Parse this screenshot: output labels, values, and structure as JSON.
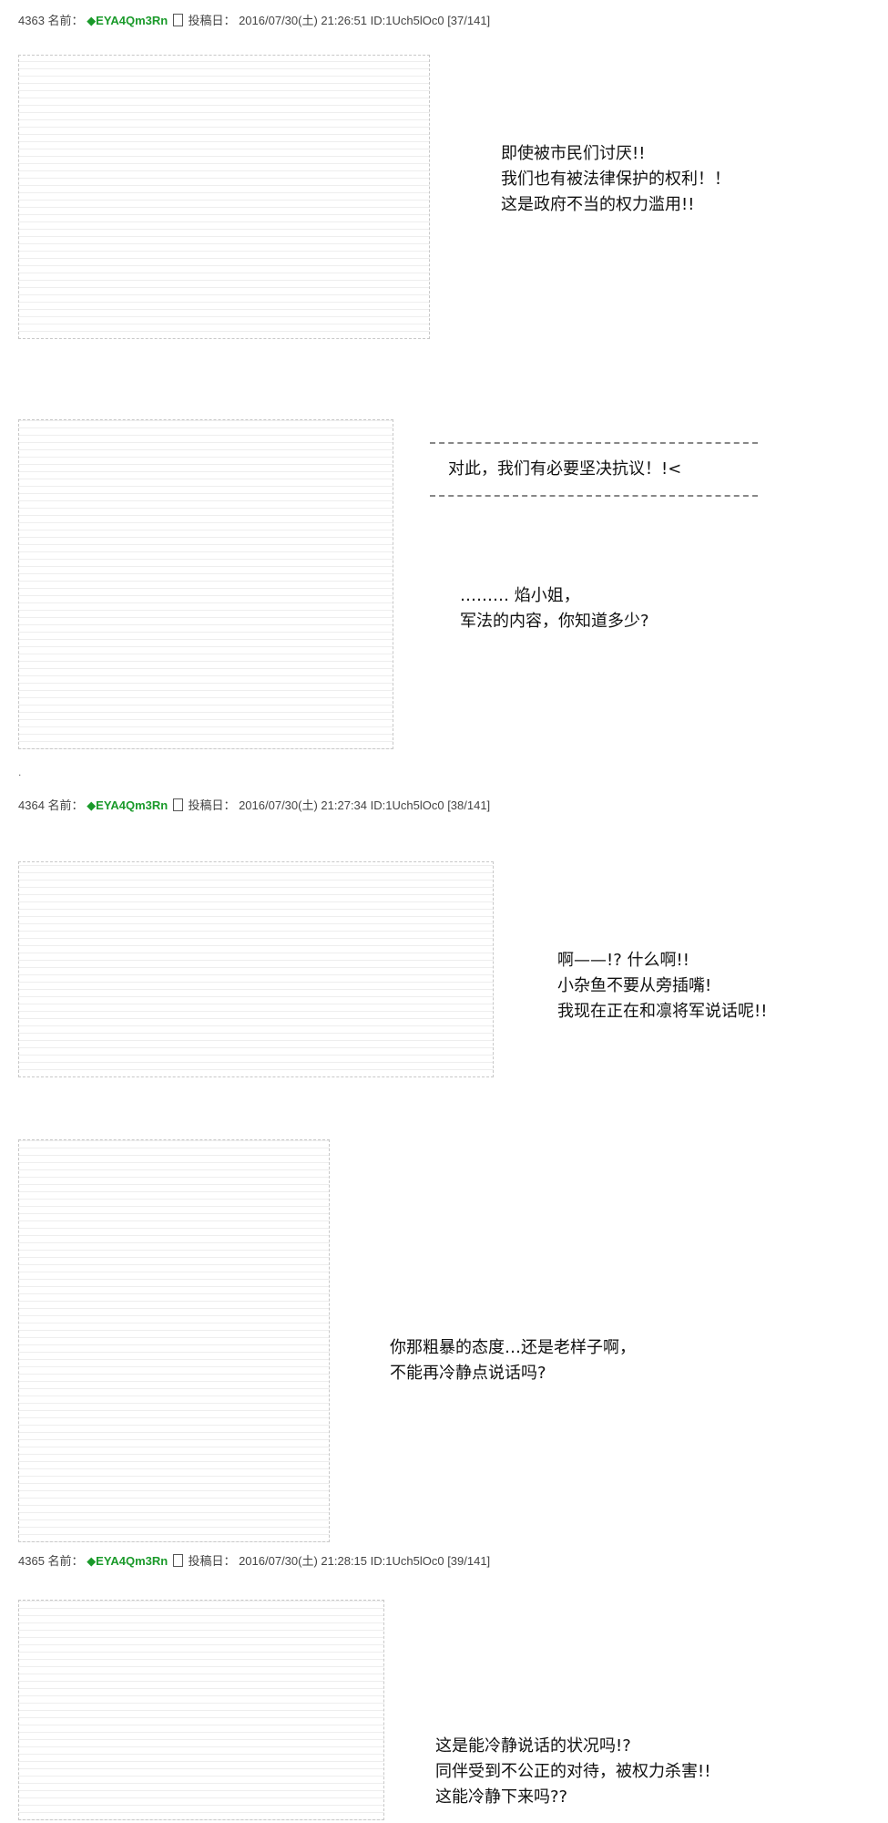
{
  "posts": [
    {
      "number": "4363",
      "label": "名前：",
      "poster": "◆EYA4Qm3Rn",
      "date_label": "投稿日：",
      "datetime": "2016/07/30(土) 21:26:51",
      "id": "ID:1Uch5lOc0",
      "count": "[37/141]"
    },
    {
      "number": "4364",
      "label": "名前：",
      "poster": "◆EYA4Qm3Rn",
      "date_label": "投稿日：",
      "datetime": "2016/07/30(土) 21:27:34",
      "id": "ID:1Uch5lOc0",
      "count": "[38/141]"
    },
    {
      "number": "4365",
      "label": "名前：",
      "poster": "◆EYA4Qm3Rn",
      "date_label": "投稿日：",
      "datetime": "2016/07/30(土) 21:28:15",
      "id": "ID:1Uch5lOc0",
      "count": "[39/141]"
    }
  ],
  "dialogue": {
    "d1": [
      "即使被市民们讨厌!!",
      "我们也有被法律保护的权利！！",
      "这是政府不当的权力滥用!!"
    ],
    "d2": [
      "对此，我们有必要坚决抗议！!<"
    ],
    "d3": [
      "……… 焰小姐，",
      "军法的内容，你知道多少?"
    ],
    "d4": [
      "啊——!? 什么啊!!",
      "小杂鱼不要从旁插嘴!",
      "我现在正在和凛将军说话呢!!"
    ],
    "d5": [
      "你那粗暴的态度…还是老样子啊，",
      "不能再冷静点说话吗?"
    ],
    "d6": [
      "这是能冷静说话的状况吗!?",
      "同伴受到不公正的对待，被权力杀害!!",
      "这能冷静下来吗??"
    ]
  }
}
